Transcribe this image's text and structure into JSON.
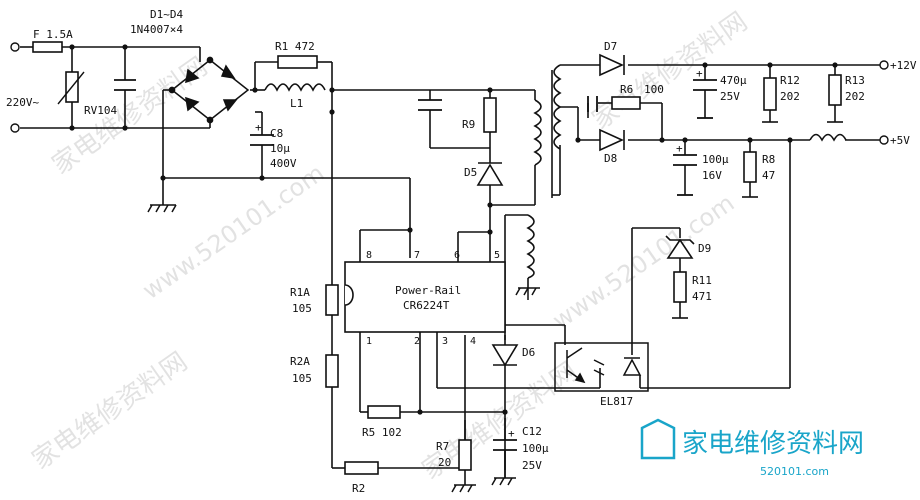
{
  "labels": {
    "fuse": "F 1.5A",
    "d1d4": "D1~D4",
    "d1d4_part": "1N4007×4",
    "r1": "R1 472",
    "l1": "L1",
    "ac_in": "220V~",
    "rv104": "RV104",
    "c8": "C8",
    "c8_cap": "10μ",
    "c8_volt": "400V",
    "r9": "R9",
    "d5": "D5",
    "d7": "D7",
    "d8": "D8",
    "r6": "R6",
    "r6_val": "100",
    "c470": "470μ",
    "c470_volt": "25V",
    "r12": "R12",
    "r12_val": "202",
    "r13": "R13",
    "r13_val": "202",
    "out12": "+12V",
    "out5": "+5V",
    "c100": "100μ",
    "c100_volt": "16V",
    "r8": "R8",
    "r8_val": "47",
    "d9": "D9",
    "r11": "R11",
    "r11_val": "471",
    "ic_line1": "Power-Rail",
    "ic_line2": "CR6224T",
    "pin8": "8",
    "pin7": "7",
    "pin6": "6",
    "pin5": "5",
    "pin1": "1",
    "pin2": "2",
    "pin3": "3",
    "pin4": "4",
    "r1a": "R1A",
    "r1a_val": "105",
    "r2a": "R2A",
    "r2a_val": "105",
    "r5": "R5 102",
    "r2": "R2",
    "r7": "R7",
    "r7_val": "20",
    "c12": "C12",
    "c12_cap": "100μ",
    "c12_volt": "25V",
    "d6": "D6",
    "el817": "EL817"
  },
  "watermark": {
    "cn": "家电维修资料网",
    "url": "www.520101.com",
    "logo_cn": "家电维修资料网",
    "logo_url": "520101.com"
  },
  "colors": {
    "logo": "#19a5c9",
    "watermark": "#9a9a9a"
  }
}
